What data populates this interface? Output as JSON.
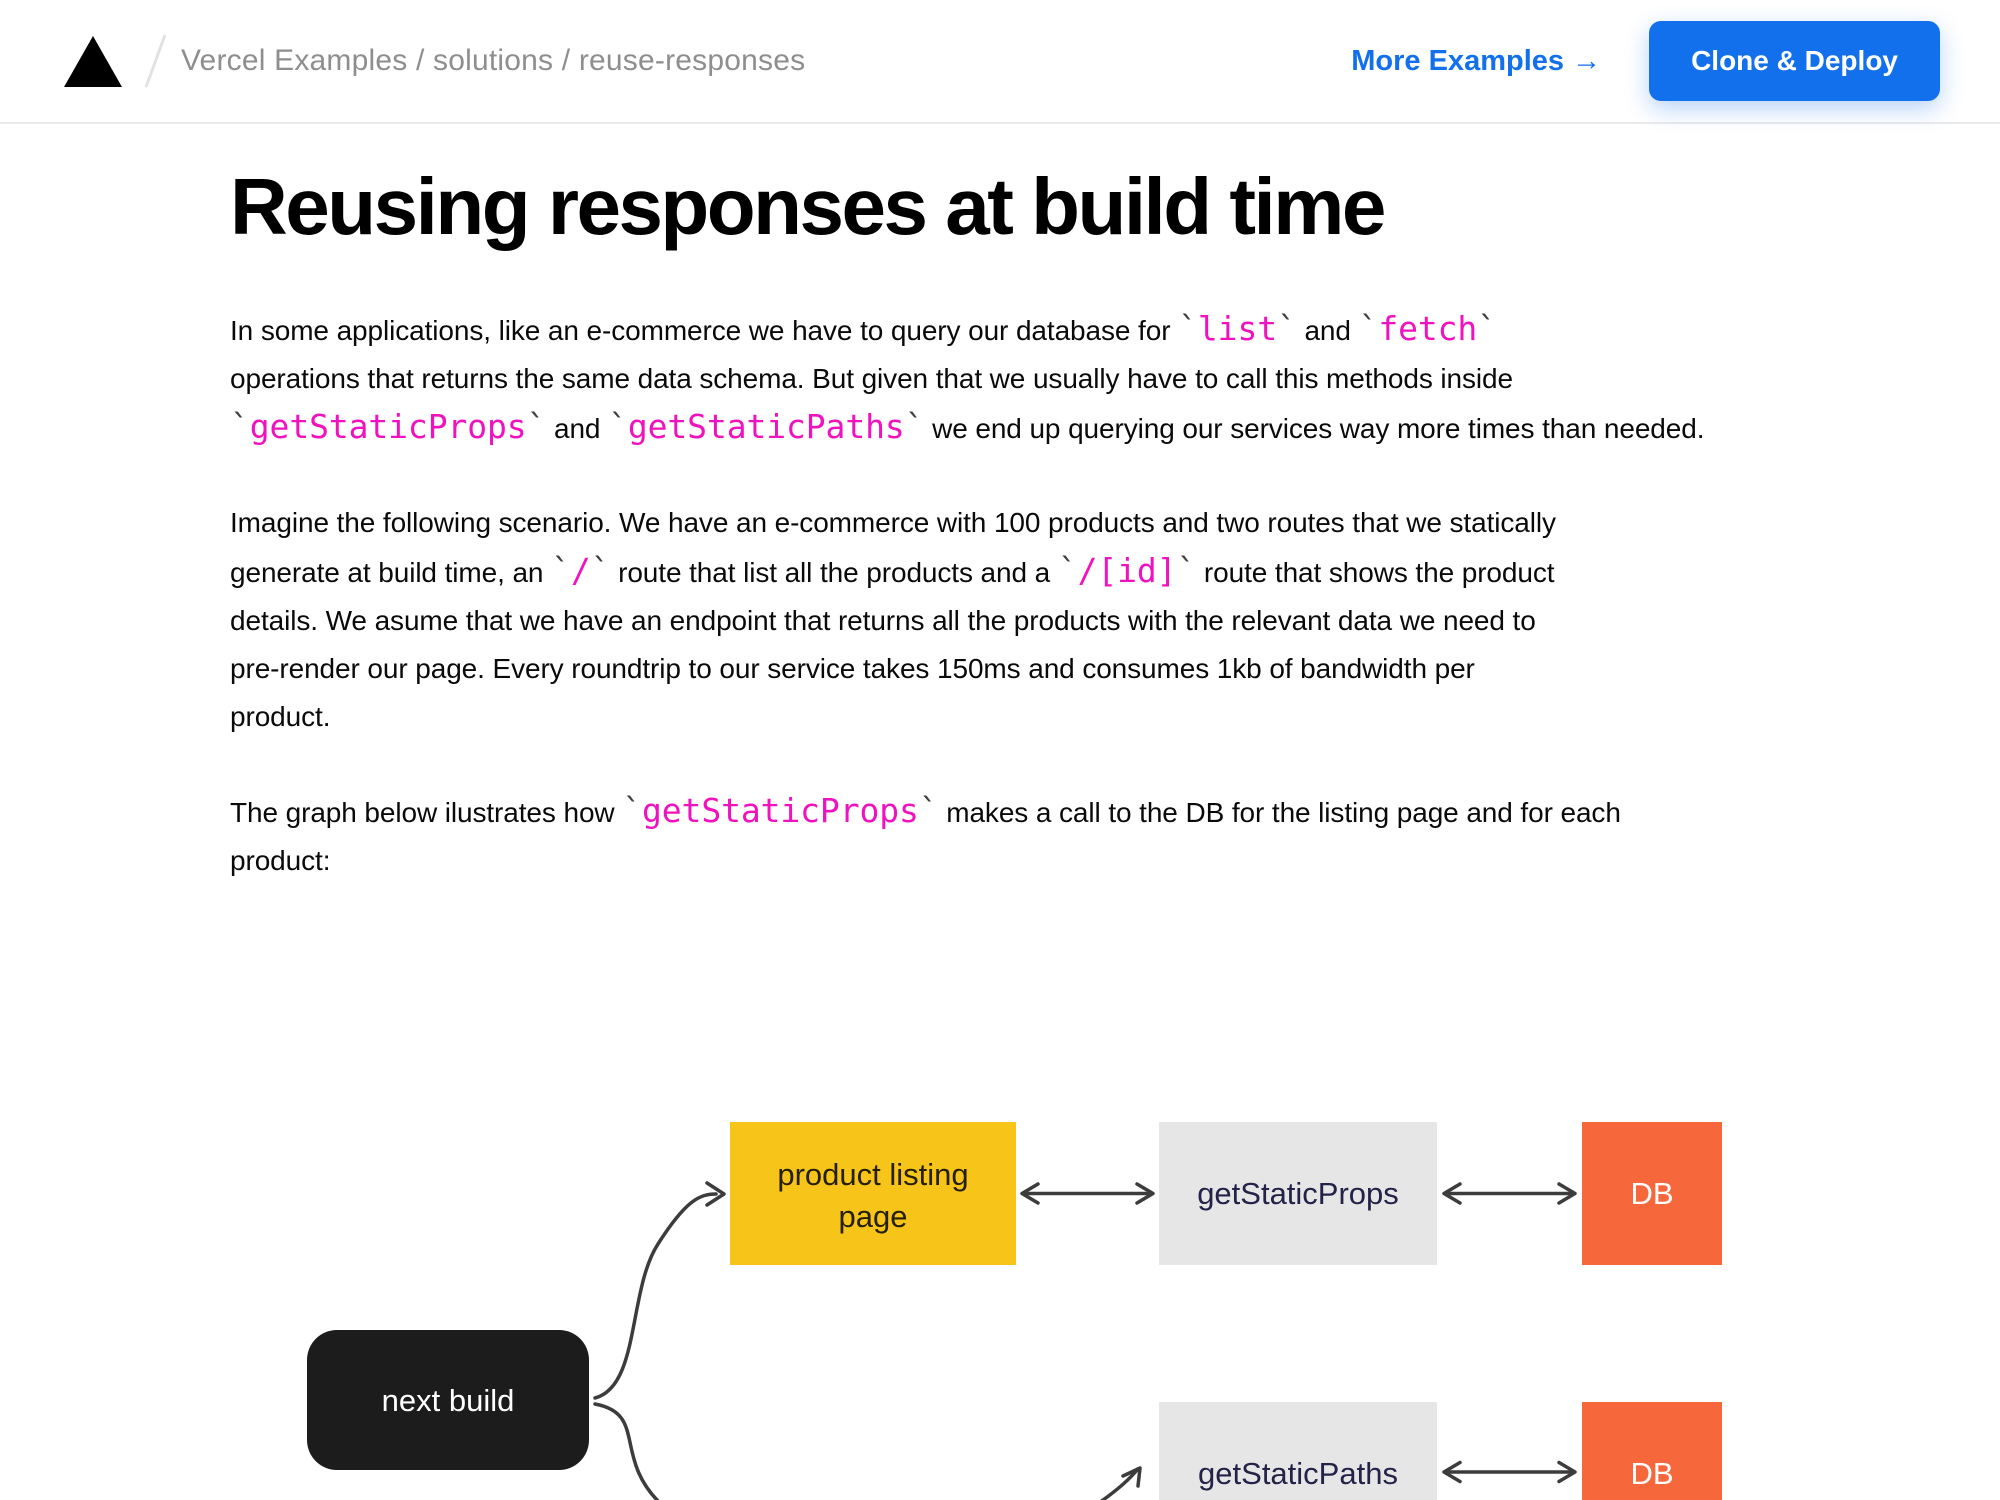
{
  "header": {
    "logo": "vercel-triangle-icon",
    "breadcrumb": "Vercel Examples / solutions / reuse-responses",
    "more_examples_label": "More Examples →",
    "clone_deploy_label": "Clone & Deploy"
  },
  "colors": {
    "accent_blue": "#1370ec",
    "code_pink": "#f012be",
    "backtick_gray": "#3f3f3f",
    "breadcrumb_gray": "#8e8e8e",
    "header_border": "#eaeaea",
    "diagram_yellow": "#f7c51a",
    "diagram_orange": "#f6683c",
    "diagram_gray": "#e6e6e6",
    "diagram_black": "#1c1c1c",
    "diagram_navy_text": "#232349",
    "arrow": "#3c3c3c"
  },
  "content": {
    "backtick": "`",
    "title": "Reusing responses at build time",
    "paragraphs": [
      {
        "segments": [
          {
            "k": "plain",
            "t": "In some applications, like an e-commerce we have to query our database for "
          },
          {
            "k": "code",
            "t": "list"
          },
          {
            "k": "plain",
            "t": " and "
          },
          {
            "k": "code",
            "t": "fetch"
          },
          {
            "k": "br"
          },
          {
            "k": "plain",
            "t": "operations that returns the same data schema. But given that we usually have to call this methods inside"
          },
          {
            "k": "br"
          },
          {
            "k": "code",
            "t": "getStaticProps"
          },
          {
            "k": "plain",
            "t": " and "
          },
          {
            "k": "code",
            "t": "getStaticPaths"
          },
          {
            "k": "plain",
            "t": " we end up querying our services way more times than needed."
          }
        ]
      },
      {
        "segments": [
          {
            "k": "plain",
            "t": "Imagine the following scenario. We have an e-commerce with 100 products and two routes that we statically"
          },
          {
            "k": "br"
          },
          {
            "k": "plain",
            "t": "generate at build time, an "
          },
          {
            "k": "code",
            "t": "/"
          },
          {
            "k": "plain",
            "t": " route that list all the products and a "
          },
          {
            "k": "code",
            "t": "/[id]"
          },
          {
            "k": "plain",
            "t": " route that shows the product"
          },
          {
            "k": "br"
          },
          {
            "k": "plain",
            "t": "details. We asume that we have an endpoint that returns all the products with the relevant data we need to"
          },
          {
            "k": "br"
          },
          {
            "k": "plain",
            "t": "pre-render our page. Every roundtrip to our service takes 150ms and consumes 1kb of bandwidth per"
          },
          {
            "k": "br"
          },
          {
            "k": "plain",
            "t": "product."
          }
        ]
      },
      {
        "segments": [
          {
            "k": "plain",
            "t": "The graph below ilustrates how "
          },
          {
            "k": "code",
            "t": "getStaticProps"
          },
          {
            "k": "plain",
            "t": " makes a call to the DB for the listing page and for each"
          },
          {
            "k": "br"
          },
          {
            "k": "plain",
            "t": "product:"
          }
        ]
      }
    ]
  },
  "diagram": {
    "nodes": {
      "next_build": {
        "label": "next build"
      },
      "product_listing": {
        "label_line1": "product listing",
        "label_line2": "page"
      },
      "get_static_props": {
        "label": "getStaticProps"
      },
      "db_top": {
        "label": "DB"
      },
      "get_static_paths": {
        "label": "getStaticPaths"
      },
      "db_bottom": {
        "label": "DB"
      }
    }
  }
}
